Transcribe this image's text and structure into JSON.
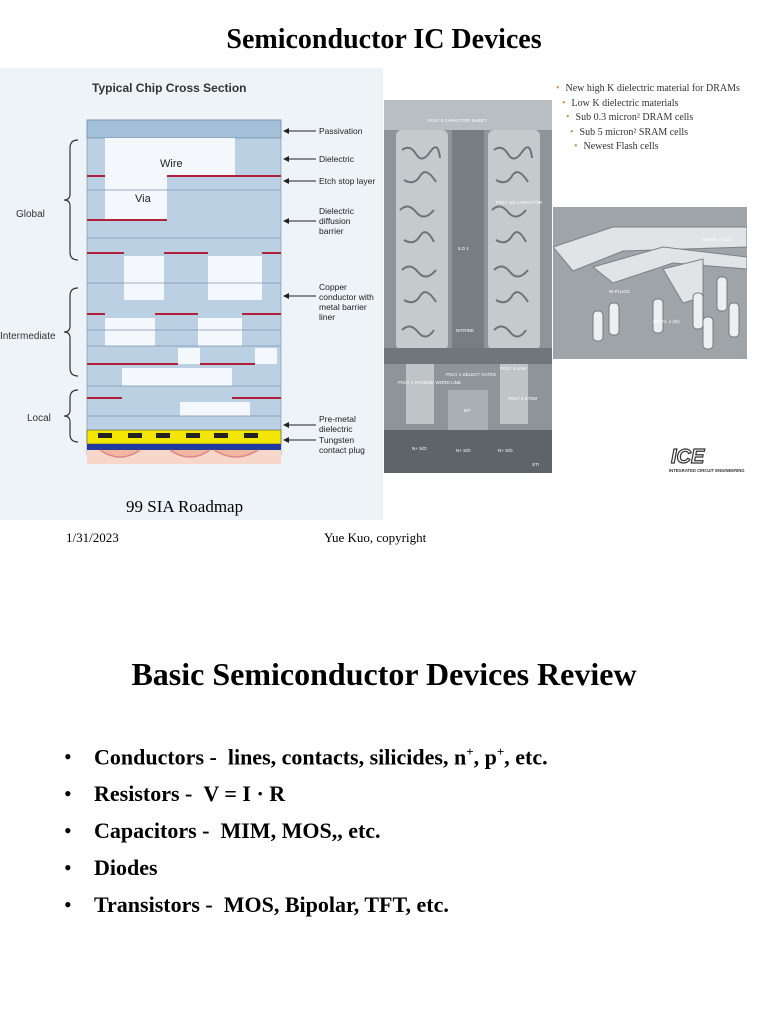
{
  "slide1": {
    "title": "Semiconductor IC Devices",
    "figure": {
      "heading": "Typical Chip Cross Section",
      "wire_label": "Wire",
      "via_label": "Via",
      "levels": [
        "Global",
        "Intermediate",
        "Local"
      ],
      "layer_labels": [
        "Passivation",
        "Dielectric",
        "Etch stop layer",
        "Dielectric",
        "diffusion",
        "barrier",
        "Copper",
        "conductor with",
        "metal barrier",
        "liner",
        "Pre-metal",
        "dielectric",
        "Tungsten",
        "contact plug"
      ],
      "caption": "99 SIA Roadmap"
    },
    "sem_labels": {
      "cap_sheet": "POLY 5 CAPACITOR SHEET",
      "poly_cap": "POLY 4/5 CAPACITOR",
      "ild": "ILD 1",
      "nitride": "NITRIDE",
      "poly1_passing": "POLY 1 PASSING WORD LINE",
      "poly1_select": "POLY 1 SELECT GATES",
      "poly4_link": "POLY 4 LINK",
      "bit": "BIT",
      "poly2_stem": "POLY 2 STEM",
      "n_sd_1": "N+ S/D",
      "n_sd_2": "N+ S/D",
      "n_sd_3": "N+ S/D",
      "sti": "STI",
      "metal2": "METAL 2 (Cu)",
      "w_plugs": "W-PLUGS",
      "metal1": "METAL 1 (W)"
    },
    "notes": [
      "New high K dielectric material for DRAMs",
      "Low K dielectric materials",
      "Sub 0.3 micron² DRAM cells",
      "Sub 5 micron² SRAM cells",
      "Newest Flash cells"
    ],
    "logo_text": "ICE",
    "logo_subtext": "INTEGRATED CIRCUIT ENGINEERING",
    "footer_date": "1/31/2023",
    "footer_copyright": "Yue Kuo, copyright"
  },
  "slide2": {
    "title": "Basic Semiconductor Devices Review",
    "bullets": [
      {
        "head": "Conductors -",
        "text": "lines, contacts, silicides, n",
        "sup1": "+",
        "mid": ", p",
        "sup2": "+",
        "tail": ", etc."
      },
      {
        "head": "Resistors -",
        "text": "V = I · R"
      },
      {
        "head": "Capacitors -",
        "text": "MIM, MOS,, etc."
      },
      {
        "head": "Diodes",
        "text": ""
      },
      {
        "head": "Transistors -",
        "text": "MOS, Bipolar, TFT, etc."
      }
    ]
  }
}
